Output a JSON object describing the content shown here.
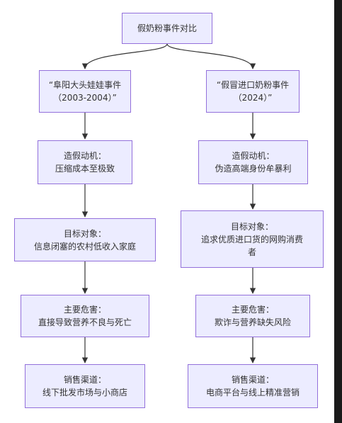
{
  "diagram": {
    "root": {
      "lines": [
        "假奶粉事件对比"
      ]
    },
    "left": [
      {
        "lines": [
          "“阜阳大头娃娃事件",
          "（2003-2004）”"
        ]
      },
      {
        "lines": [
          "造假动机：",
          "压缩成本至极致"
        ]
      },
      {
        "lines": [
          "目标对象：",
          "信息闭塞的农村低收入家庭"
        ]
      },
      {
        "lines": [
          "主要危害：",
          "直接导致营养不良与死亡"
        ]
      },
      {
        "lines": [
          "销售渠道：",
          "线下批发市场与小商店"
        ]
      }
    ],
    "right": [
      {
        "lines": [
          "“假冒进口奶粉事件",
          "（2024）”"
        ]
      },
      {
        "lines": [
          "造假动机：",
          "伪造高端身份牟暴利"
        ]
      },
      {
        "lines": [
          "目标对象：",
          "追求优质进口货的网购消费",
          "者"
        ]
      },
      {
        "lines": [
          "主要危害：",
          "欺诈与营养缺失风险"
        ]
      },
      {
        "lines": [
          "销售渠道：",
          "电商平台与线上精准营销"
        ]
      }
    ],
    "colors": {
      "node_fill": "#ECECFF",
      "node_border": "#9370DB",
      "edge": "#333333",
      "text": "#333333"
    }
  }
}
